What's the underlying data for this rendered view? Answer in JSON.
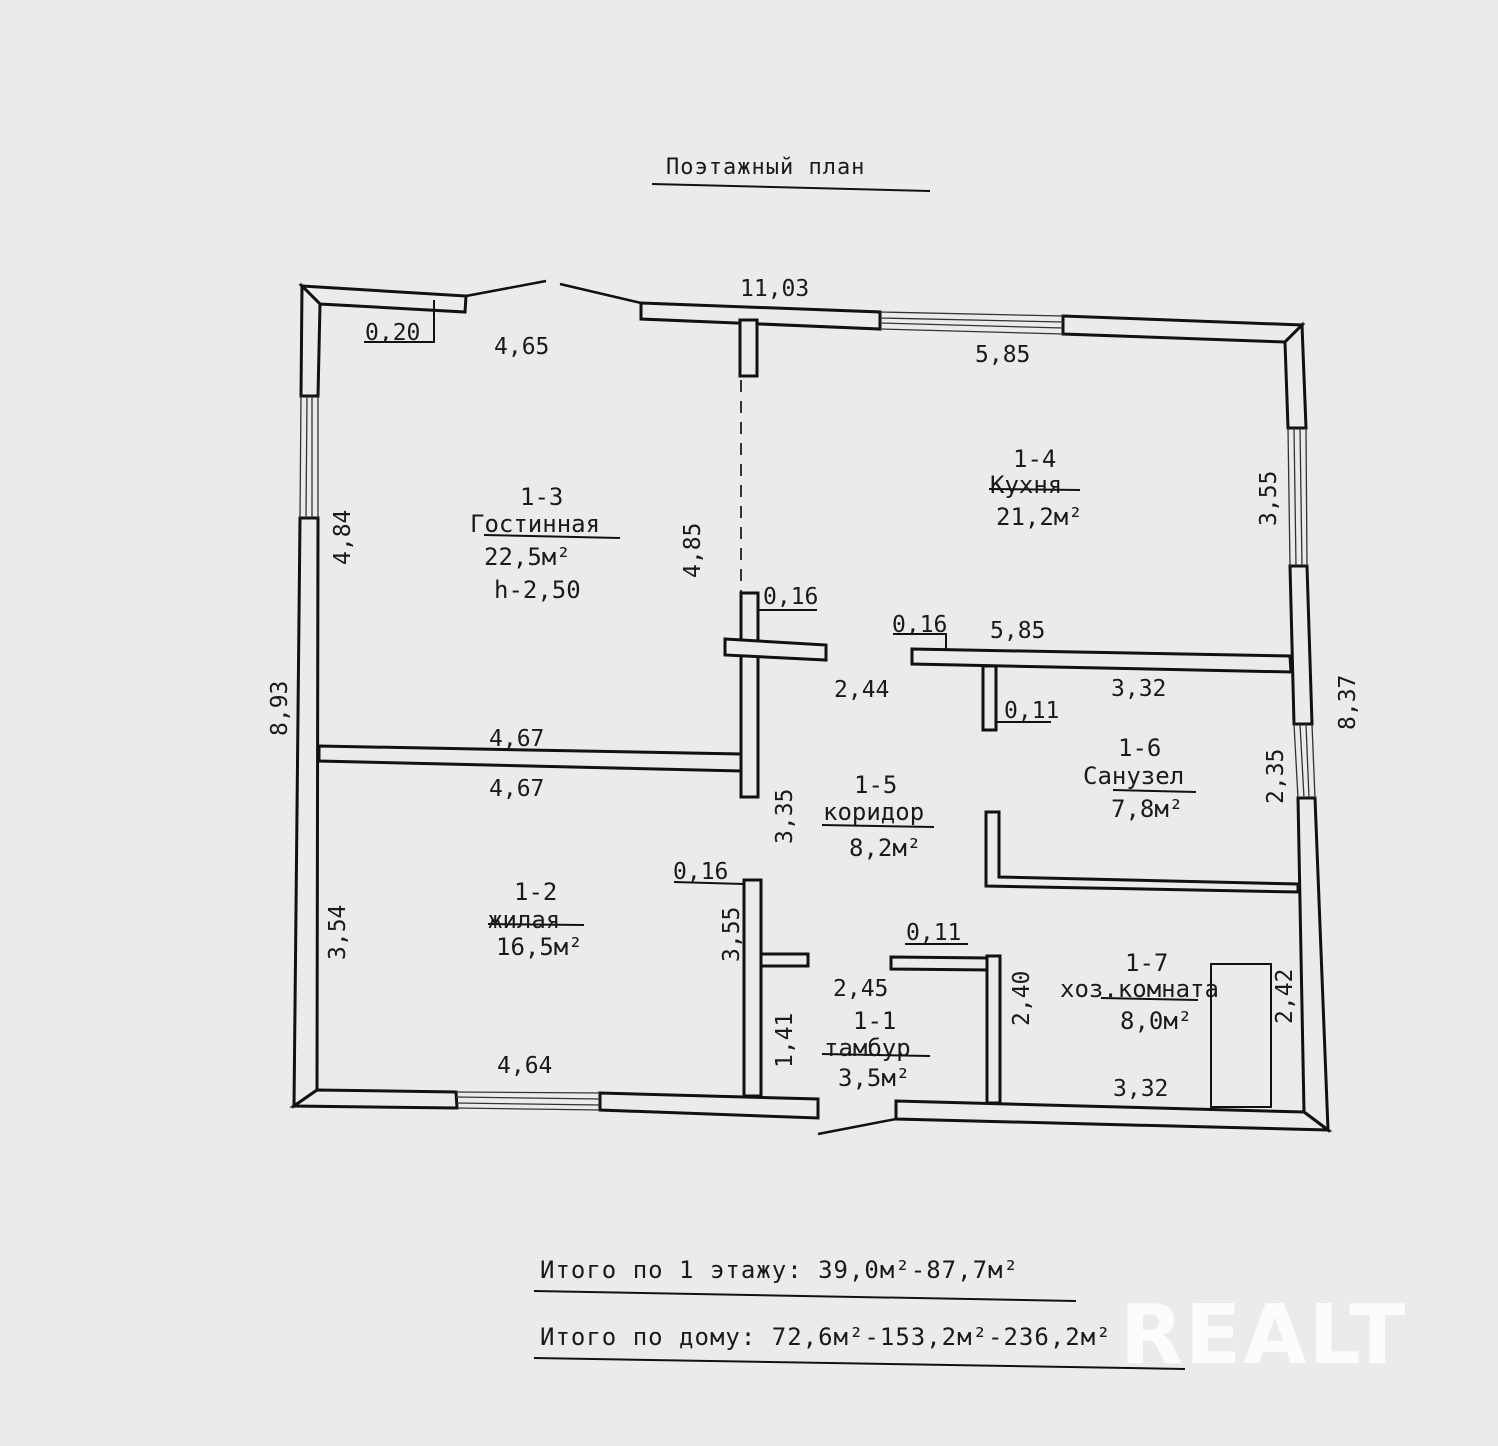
{
  "title": "Поэтажный план",
  "rooms": [
    {
      "number": "1-3",
      "name": "Гостинная",
      "area": "22,5м²",
      "height": "h-2,50"
    },
    {
      "number": "1-4",
      "name": "Кухня",
      "area": "21,2м²"
    },
    {
      "number": "1-5",
      "name": "коридор",
      "area": "8,2м²"
    },
    {
      "number": "1-6",
      "name": "Санузел",
      "area": "7,8м²"
    },
    {
      "number": "1-2",
      "name": "жилая",
      "area": "16,5м²"
    },
    {
      "number": "1-1",
      "name": "тамбур",
      "area": "3,5м²"
    },
    {
      "number": "1-7",
      "name": "хоз.комната",
      "area": "8,0м²"
    }
  ],
  "dimensions": {
    "top_total": "11,03",
    "top_wall_thickness": "0,20",
    "living_width_top": "4,65",
    "kitchen_width_top": "5,85",
    "left_total": "8,93",
    "right_total": "8,37",
    "living_height_left": "4,84",
    "living_height_right": "4,85",
    "kitchen_height": "3,55",
    "partition_thickness_a": "0,16",
    "partition_thickness_b": "0,16",
    "kitchen_width_bottom": "5,85",
    "corridor_width": "2,44",
    "bath_width_top": "3,32",
    "bath_partition": "0,11",
    "living_width_bottom": "4,67",
    "bedroom_width_top": "4,67",
    "bath_height": "2,35",
    "corridor_length": "3,35",
    "bedroom_height_left": "3,54",
    "bedroom_partition": "0,16",
    "bedroom_height_right": "3,55",
    "vest_partition": "0,11",
    "vest_width": "2,45",
    "vest_height": "2,40",
    "utility_height": "2,42",
    "bedroom_width_bottom": "4,64",
    "vest_door_side": "1,41",
    "utility_width": "3,32"
  },
  "totals": {
    "floor": "Итого по 1 этажу: 39,0м²-87,7м²",
    "house": "Итого по дому: 72,6м²-153,2м²-236,2м²"
  },
  "watermark": "REALT"
}
